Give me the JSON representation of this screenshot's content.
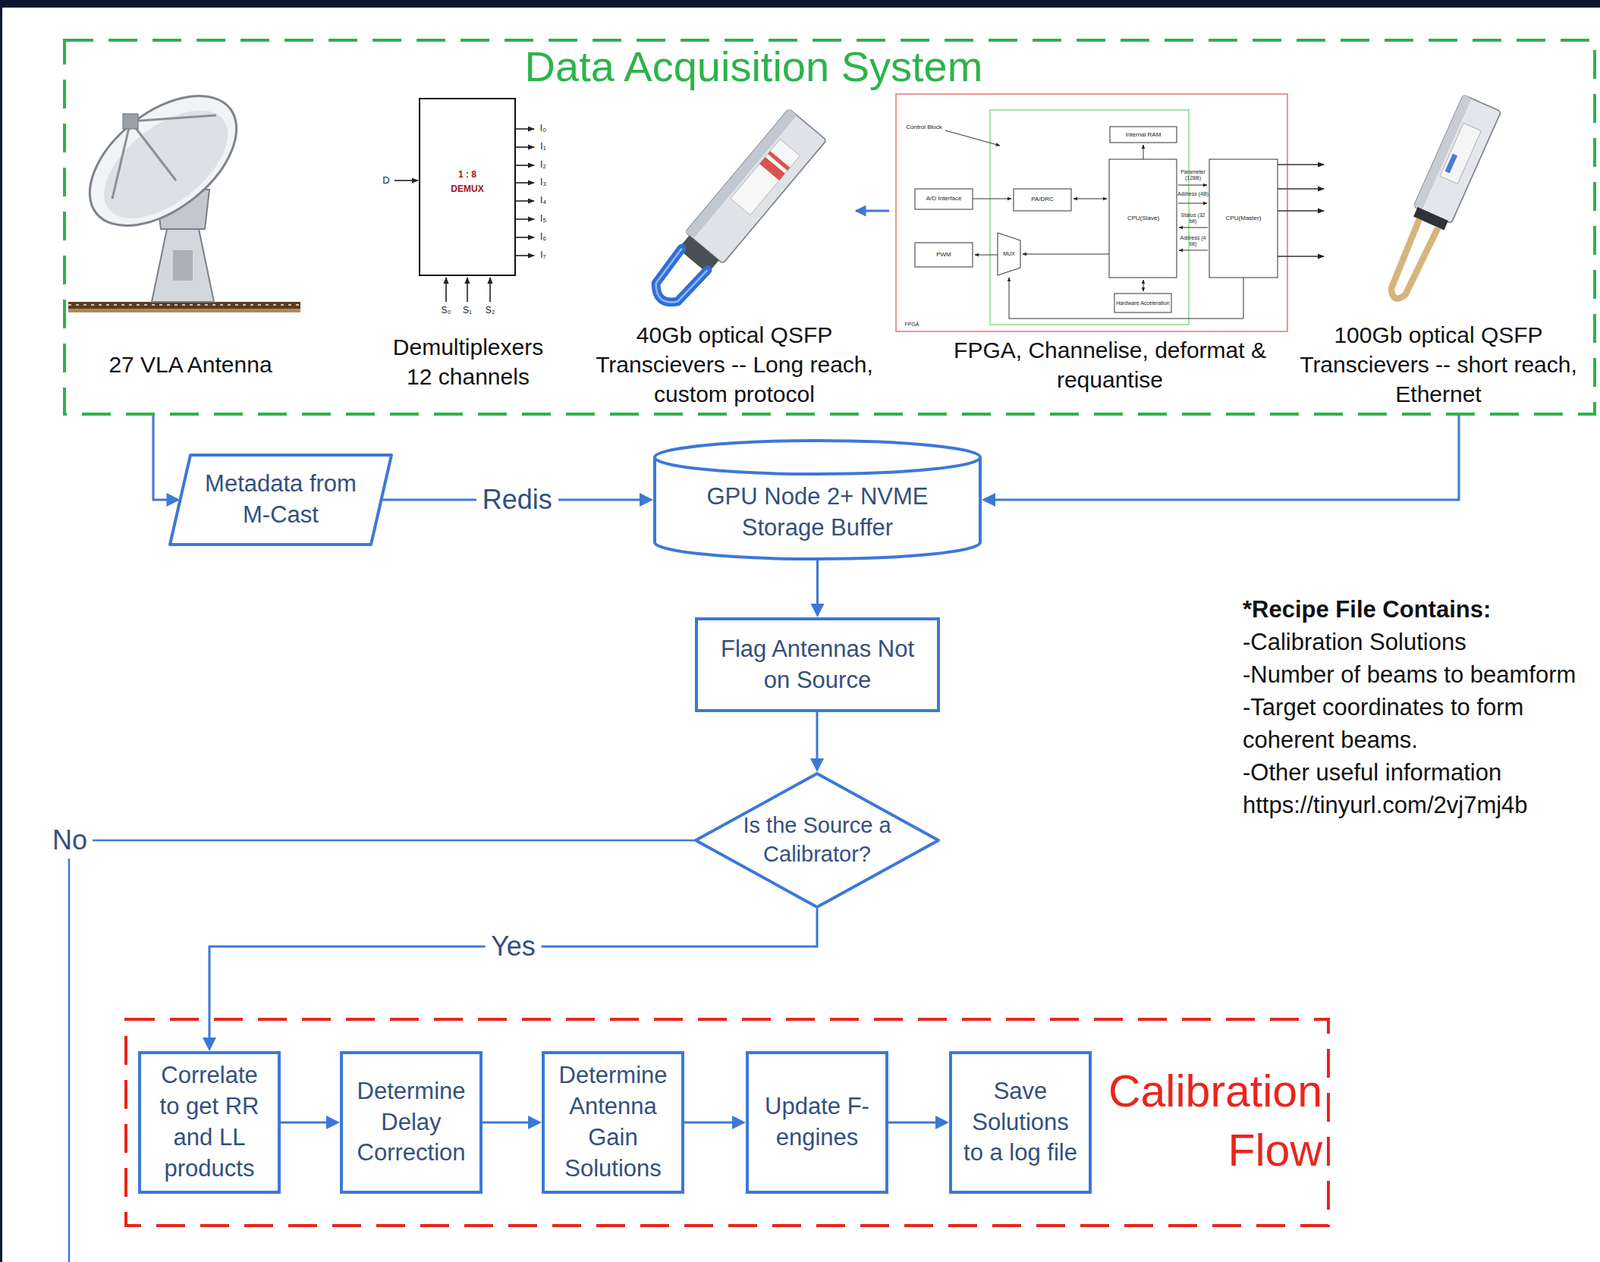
{
  "diagram": {
    "nodes": [
      {
        "text": [
          "Data Acquisition System"
        ]
      },
      {
        "text": [
          "Metadata from M-Cast"
        ]
      },
      {
        "text": [
          "GPU Node 2+ NVME Storage Buffer"
        ]
      },
      {
        "text": [
          "Flag Antennas Not on Source"
        ]
      },
      {
        "text": [
          "Is the Source a Calibrator?"
        ]
      },
      {
        "text": [
          "Calibration Flow"
        ]
      },
      {
        "text": [
          "Correlate to get RR and LL products"
        ],
        "in": 5
      },
      {
        "text": [
          "Determine Delay Correction"
        ],
        "in": 5
      },
      {
        "text": [
          "Determine Antenna Gain Solutions"
        ],
        "in": 5
      },
      {
        "text": [
          "Update F-engines"
        ],
        "in": 5
      },
      {
        "text": [
          "Save Solutions to a log file"
        ],
        "in": 5
      }
    ],
    "edges": [
      {
        "from": 0,
        "to": 1,
        "arrow": "to"
      },
      {
        "from": 1,
        "to": 2,
        "label": "Redis",
        "arrow": "to"
      },
      {
        "from": 0,
        "to": 2,
        "arrow": "to"
      },
      {
        "from": 2,
        "to": 3,
        "arrow": "to"
      },
      {
        "from": 3,
        "to": 4,
        "arrow": "to"
      },
      {
        "from": 4,
        "to": 6,
        "label": "Yes",
        "arrow": "to"
      },
      {
        "from": 6,
        "to": 7,
        "arrow": "to"
      },
      {
        "from": 7,
        "to": 8,
        "arrow": "to"
      },
      {
        "from": 8,
        "to": 9,
        "arrow": "to"
      },
      {
        "from": 9,
        "to": 10,
        "arrow": "to"
      }
    ],
    "labels": [
      "27 VLA Antenna",
      "Demultiplexers 12 channels",
      "40Gb optical QSFP Transcievers -- Long reach, custom protocol",
      "FPGA, Channelise, deformat & requantise",
      "100Gb optical QSFP Transcievers -- short reach, Ethernet",
      "D",
      "1 : 8",
      "DEMUX",
      "I₀",
      "I₁",
      "I₂",
      "I₃",
      "I₄",
      "I₅",
      "I₆",
      "I₇",
      "S₀",
      "S₁",
      "S₂",
      "Control Block",
      "Internal RAM",
      "A/D Interface",
      "PA/DRC",
      "CPU(Slave)",
      "CPU(Master)",
      "Parameter (128B)",
      "Address (4B)",
      "Status (32 bit)",
      "Address (4 bit)",
      "PWM",
      "MUX",
      "Hardware Acceleration",
      "FPGA",
      "No",
      "*Recipe File Contains:",
      "-Calibration Solutions",
      "-Number of beams to beamform",
      "-Target coordinates to form coherent beams.",
      "-Other useful information",
      "https://tinyurl.com/2vj7mj4b"
    ]
  }
}
